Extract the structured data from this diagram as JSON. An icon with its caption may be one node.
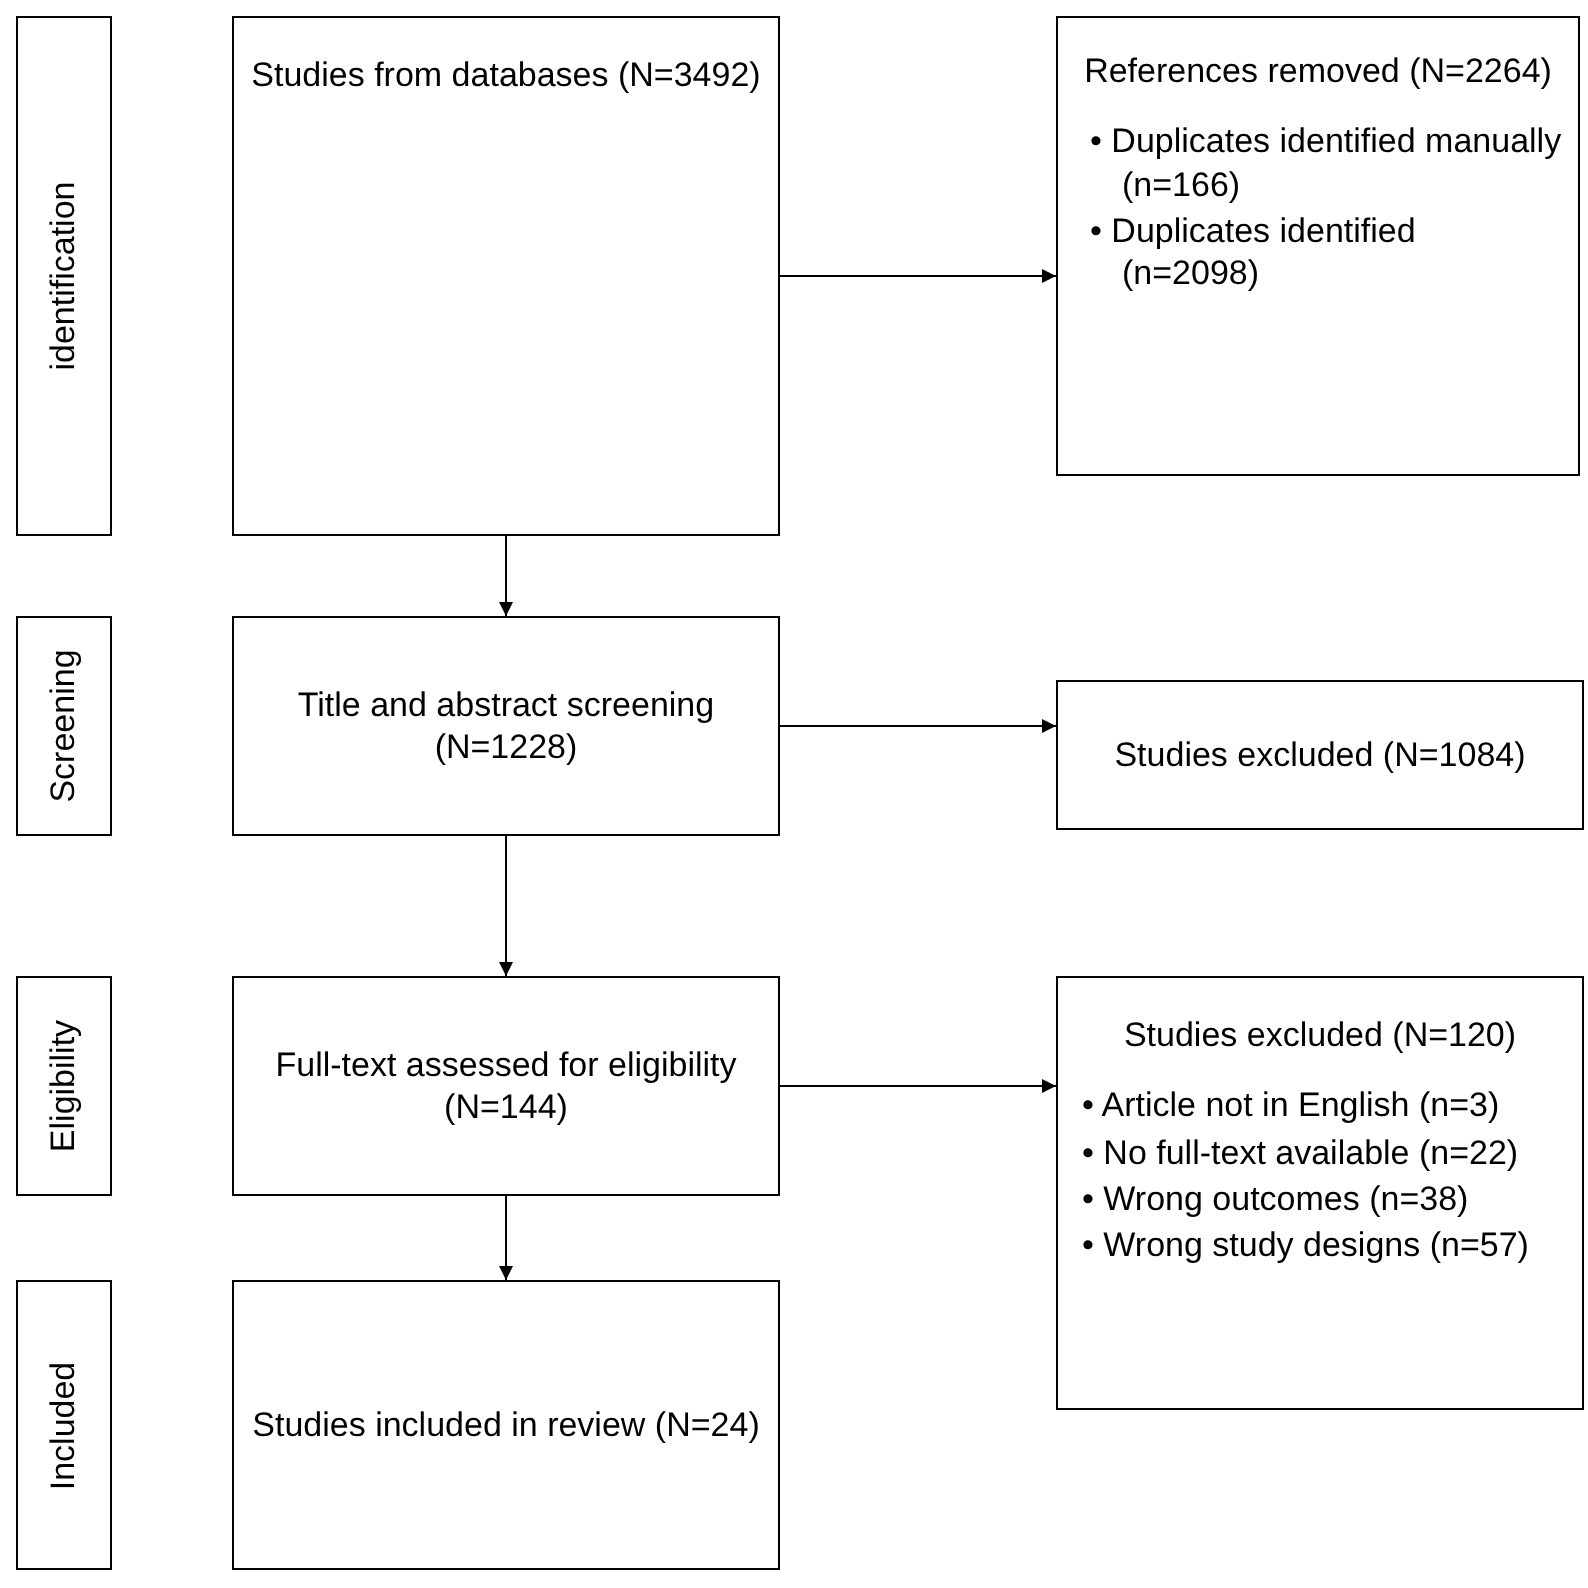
{
  "diagram": {
    "nodes": [
      {
        "text": [
          "identification"
        ]
      },
      {
        "text": [
          "Studies from databases (N=3492)"
        ]
      },
      {
        "text": [
          "References removed (N=2264)",
          "• Duplicates identified manually (n=166)",
          "• Duplicates identified (n=2098)"
        ]
      },
      {
        "text": [
          "Screening"
        ]
      },
      {
        "text": [
          "Title and abstract screening (N=1228)"
        ]
      },
      {
        "text": [
          "Studies excluded (N=1084)"
        ]
      },
      {
        "text": [
          "Eligibility"
        ]
      },
      {
        "text": [
          "Full-text assessed for eligibility (N=144)"
        ]
      },
      {
        "text": [
          "Studies excluded (N=120)",
          "• Article not in English (n=3)",
          "• No full-text available (n=22)",
          "• Wrong outcomes (n=38)",
          "• Wrong study designs (n=57)"
        ]
      },
      {
        "text": [
          "Included"
        ]
      },
      {
        "text": [
          "Studies included in review (N=24)"
        ]
      }
    ],
    "edges": [
      {
        "from": 1,
        "to": 2,
        "arrow": "to"
      },
      {
        "from": 1,
        "to": 4,
        "arrow": "to"
      },
      {
        "from": 4,
        "to": 5,
        "arrow": "to"
      },
      {
        "from": 4,
        "to": 7,
        "arrow": "to"
      },
      {
        "from": 7,
        "to": 8,
        "arrow": "to"
      },
      {
        "from": 7,
        "to": 10,
        "arrow": "to"
      }
    ]
  }
}
